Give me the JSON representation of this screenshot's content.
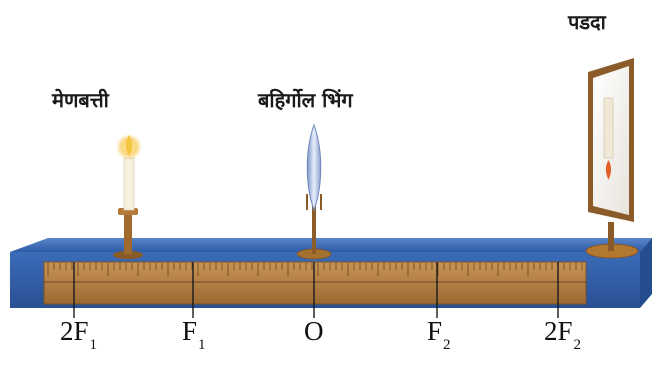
{
  "labels": {
    "candle": "मेणबत्ती",
    "lens": "बहिर्गोल भिंग",
    "screen": "पडदा"
  },
  "positions": [
    {
      "main": "2F",
      "sub": "1"
    },
    {
      "main": "F",
      "sub": "1"
    },
    {
      "main": "O",
      "sub": ""
    },
    {
      "main": "F",
      "sub": "2"
    },
    {
      "main": "2F",
      "sub": "2"
    }
  ],
  "colors": {
    "bench_top": "#2f5faa",
    "bench_front": "#3a6dbb",
    "scale": "#b07a3e",
    "flame": "#f7c544",
    "candle": "#f5f0e0"
  }
}
